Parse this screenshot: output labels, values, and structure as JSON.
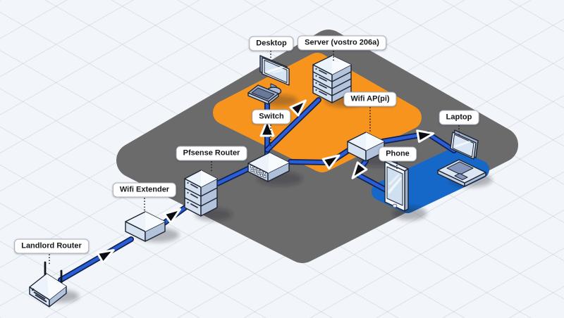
{
  "diagram": {
    "type": "isometric-network-diagram",
    "nodes": [
      {
        "id": "landlord-router",
        "label": "Landlord Router"
      },
      {
        "id": "wifi-extender",
        "label": "Wifi Extender"
      },
      {
        "id": "pfsense-router",
        "label": "Pfsense Router"
      },
      {
        "id": "switch",
        "label": "Switch"
      },
      {
        "id": "desktop",
        "label": "Desktop"
      },
      {
        "id": "server",
        "label": "Server (vostro 206a)"
      },
      {
        "id": "wifi-ap",
        "label": "Wifi AP(pi)"
      },
      {
        "id": "phone",
        "label": "Phone"
      },
      {
        "id": "laptop",
        "label": "Laptop"
      }
    ],
    "edges": [
      {
        "from": "landlord-router",
        "to": "wifi-extender",
        "arrow": true
      },
      {
        "from": "wifi-extender",
        "to": "pfsense-router",
        "arrow": true
      },
      {
        "from": "pfsense-router",
        "to": "switch",
        "arrow": false
      },
      {
        "from": "switch",
        "to": "desktop",
        "arrow": true
      },
      {
        "from": "switch",
        "to": "server",
        "arrow": true
      },
      {
        "from": "switch",
        "to": "wifi-ap",
        "arrow": true
      },
      {
        "from": "wifi-ap",
        "to": "phone",
        "arrow": true
      },
      {
        "from": "wifi-ap",
        "to": "laptop",
        "arrow": true
      }
    ],
    "colors": {
      "background": "#f2f5f9",
      "platform_gray": "#6b6b6b",
      "zone_orange": "#f7941e",
      "zone_blue": "#1568c8",
      "wire_core": "#2a5ed8",
      "wire_outline": "#0f2150",
      "arrow_fill": "#0a0c12",
      "device_outline": "#1d2434",
      "label_background": "#ffffff"
    }
  }
}
